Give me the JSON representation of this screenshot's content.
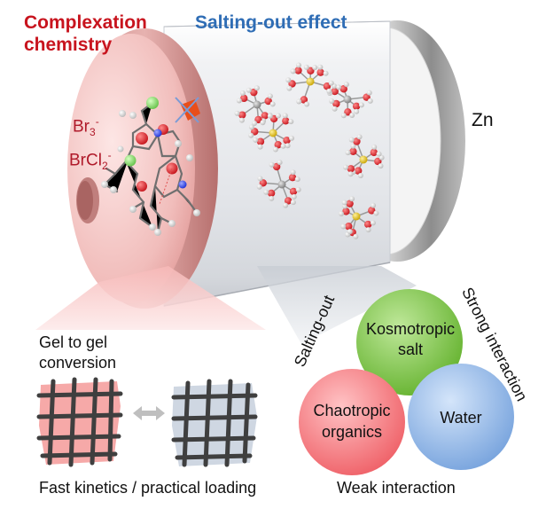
{
  "headings": {
    "complexation_line1": "Complexation",
    "complexation_line2": "chemistry",
    "salting_out_effect": "Salting-out effect",
    "complexation_color": "#c8141e",
    "salting_color": "#2f6db5"
  },
  "cylinder": {
    "anode_label": "Zn",
    "species": [
      {
        "base": "Br",
        "sub": "3",
        "sup": "-"
      },
      {
        "base": "BrCl",
        "sub": "2",
        "sup": "-"
      }
    ],
    "end_cap_color": "#e8a7a5",
    "tube_color": "#e9ebee",
    "zn_color": "#d4d4d4"
  },
  "gel_panel": {
    "line1": "Gel to gel",
    "line2": "conversion",
    "caption": "Fast kinetics / practical loading",
    "gel_a_color": "#f4a7a7",
    "gel_b_color": "#cfd6e0"
  },
  "venn": {
    "kosmotropic_line1": "Kosmotropic",
    "kosmotropic_line2": "salt",
    "chaotropic_line1": "Chaotropic",
    "chaotropic_line2": "organics",
    "water": "Water",
    "salting_out": "Salting-out",
    "strong_interaction": "Strong interaction",
    "weak_interaction": "Weak interaction",
    "kosmotropic_color": "#7cc84a",
    "chaotropic_color": "#f27b80",
    "water_color": "#8fb6e6"
  }
}
